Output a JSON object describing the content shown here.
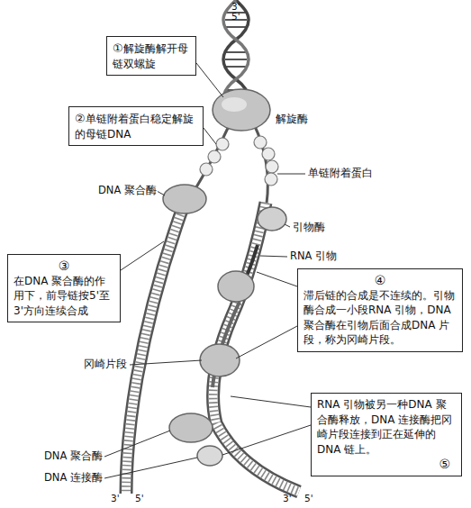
{
  "diagram": {
    "nodes": [
      {
        "text": [
          "①",
          "解旋酶解开母链双螺旋"
        ]
      },
      {
        "text": [
          "②",
          "单链附着蛋白稳定解旋的母链DNA"
        ]
      },
      {
        "text": [
          "③",
          "在DNA 聚合酶的作用下，前导链按5'至3'方向连续合成"
        ]
      },
      {
        "text": [
          "④",
          "滞后链的合成是不连续的。引物酶合成一小段RNA 引物，DNA 聚合酶在引物后面合成DNA 片段，称为冈崎片段。"
        ]
      },
      {
        "text": [
          "RNA 引物被另一种DNA 聚合酶释放，DNA 连接酶把冈崎片段连接到正在延伸的DNA 链上。",
          "⑤"
        ]
      }
    ],
    "labels": [
      "3'",
      "5'",
      "解旋酶",
      "单链附着蛋白",
      "DNA 聚合酶",
      "引物酶",
      "RNA 引物",
      "冈崎片段",
      "DNA 聚合酶",
      "DNA 连接酶",
      "3'",
      "5'",
      "3'",
      "5'"
    ]
  }
}
